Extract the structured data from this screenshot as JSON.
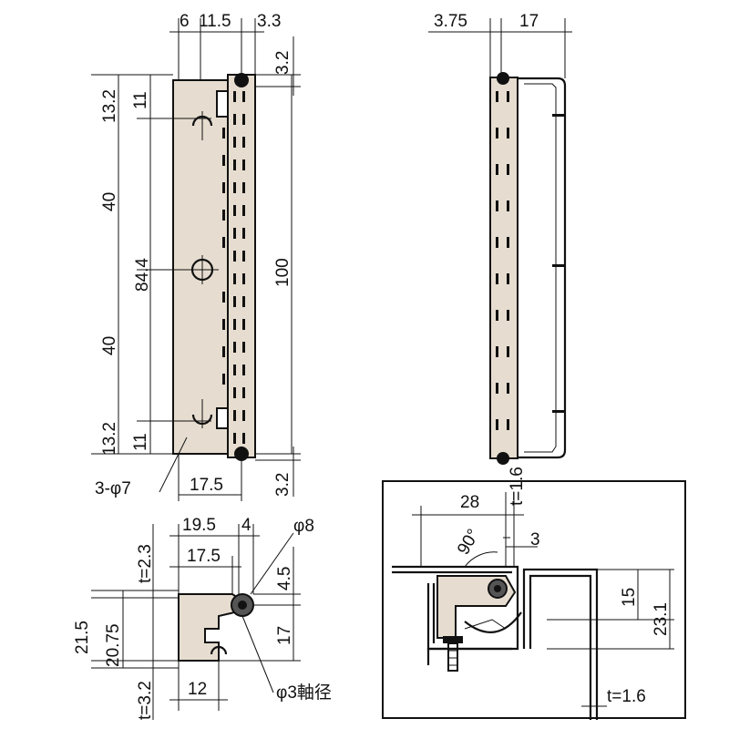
{
  "front_view": {
    "top_dims": [
      "6",
      "11.5",
      "3.3"
    ],
    "top_right_dim": "3.2",
    "left_dims": [
      "13.2",
      "11",
      "40",
      "84.4",
      "40",
      "13.2",
      "11"
    ],
    "height_dim": "100",
    "hole_label": "3-φ7",
    "bottom_width": "17.5",
    "bottom_right_dim": "3.2"
  },
  "side_view": {
    "top_dims": [
      "3.75",
      "17"
    ]
  },
  "top_view": {
    "left_dims": [
      "t=2.3",
      "21.5",
      "20.75",
      "t=3.2"
    ],
    "top_dims": [
      "19.5",
      "4",
      "17.5"
    ],
    "pin_dim": "φ8",
    "right_dims": [
      "4.5",
      "17"
    ],
    "bottom_dim": "12",
    "axis_label": "φ3軸径"
  },
  "install_view": {
    "dims": [
      "28",
      "t=1.6",
      "90°",
      "3",
      "15",
      "23.1",
      "t=1.6"
    ]
  }
}
